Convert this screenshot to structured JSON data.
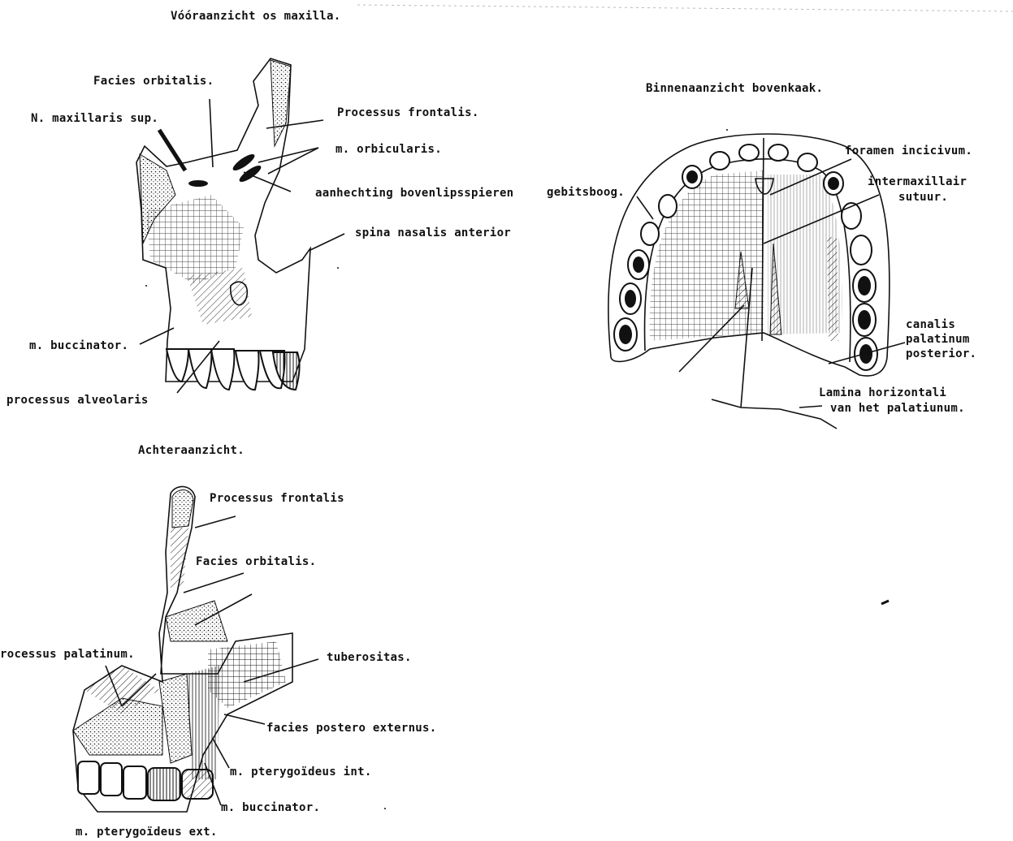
{
  "front_view": {
    "title": "Vóóraanzicht os maxilla.",
    "labels": {
      "facies_orbitalis": "Facies orbitalis.",
      "n_maxillaris_sup": "N. maxillaris sup.",
      "processus_frontalis": "Processus frontalis.",
      "m_orbicularis": "m. orbicularis.",
      "aanhechting": "aanhechting bovenlipsspieren",
      "spina_nasalis": "spina nasalis anterior",
      "m_buccinator": "m. buccinator.",
      "processus_alveolaris": "processus alveolaris"
    }
  },
  "inner_view": {
    "title": "Binnenaanzicht bovenkaak.",
    "labels": {
      "gebitsboog": "gebitsboog.",
      "foramen": "foramen incicivum.",
      "intermaxillair_1": "intermaxillair",
      "intermaxillair_2": "sutuur.",
      "canalis_1": "canalis",
      "canalis_2": "palatinum",
      "canalis_3": "posterior.",
      "lamina_1": "Lamina horizontali",
      "lamina_2": "van het palatiunum."
    }
  },
  "back_view": {
    "title": "Achteraanzicht.",
    "labels": {
      "processus_frontalis": "Processus frontalis",
      "facies_orbitalis": "Facies orbitalis.",
      "processus_palatinum": "rocessus palatinum.",
      "tuberositas": "tuberositas.",
      "facies_postero": "facies postero externus.",
      "m_pterygoideus_int": "m. pterygoïdeus int.",
      "m_buccinator": "m. buccinator.",
      "m_pterygoideus_ext": "m. pterygoïdeus ext."
    }
  }
}
